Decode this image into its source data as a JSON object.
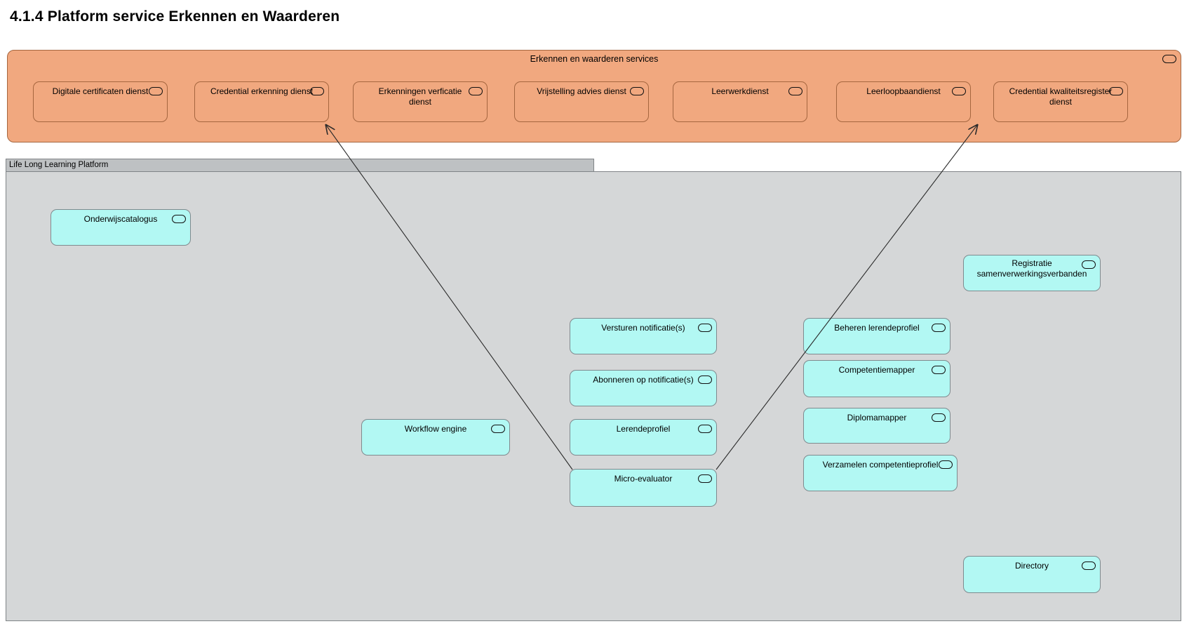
{
  "page": {
    "title": "4.1.4 Platform service Erkennen en Waarderen"
  },
  "colors": {
    "orange_fill": "#f1a87f",
    "orange_border": "#a5663f",
    "cyan_fill": "#b2f8f3",
    "cyan_border": "#7f8a8e",
    "platform_body_fill": "#d5d7d8",
    "platform_tab_fill": "#bec1c3",
    "arrow_color": "#2a2a2a"
  },
  "erkennen_group": {
    "label": "Erkennen en waarderen services",
    "icon": "application-service-icon",
    "services": [
      {
        "label": "Digitale certificaten dienst"
      },
      {
        "label": "Credential erkenning dienst"
      },
      {
        "label": "Erkenningen verficatie\ndienst"
      },
      {
        "label": "Vrijstelling advies dienst"
      },
      {
        "label": "Leerwerkdienst"
      },
      {
        "label": "Leerloopbaandienst"
      },
      {
        "label": "Credential kwaliteitsregister\ndienst"
      }
    ]
  },
  "platform_group": {
    "label": "Life Long Learning Platform",
    "icon": "application-service-icon",
    "services": [
      {
        "label": "Onderwijscatalogus"
      },
      {
        "label": "Registratie\nsamenverwerkingsverbanden"
      },
      {
        "label": "Versturen notificatie(s)"
      },
      {
        "label": "Abonneren op notificatie(s)"
      },
      {
        "label": "Lerendeprofiel"
      },
      {
        "label": "Micro-evaluator"
      },
      {
        "label": "Workflow engine"
      },
      {
        "label": "Beheren lerendeprofiel"
      },
      {
        "label": "Competentiemapper"
      },
      {
        "label": "Diplomamapper"
      },
      {
        "label": "Verzamelen competentieprofiel"
      },
      {
        "label": "Directory"
      }
    ]
  },
  "connections": [
    {
      "from": "Micro-evaluator",
      "to": "Credential erkenning dienst",
      "style": "open-arrow"
    },
    {
      "from": "Micro-evaluator",
      "to": "Credential kwaliteitsregister dienst",
      "style": "open-arrow"
    }
  ]
}
